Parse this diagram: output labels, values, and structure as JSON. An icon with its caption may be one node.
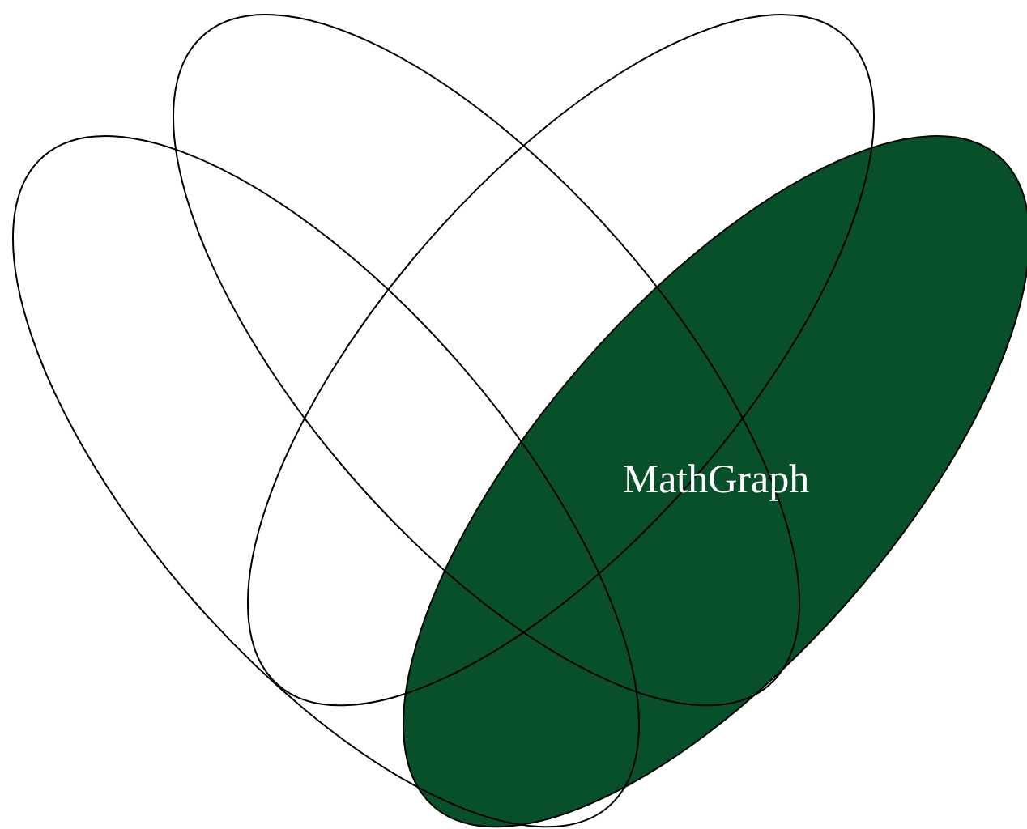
{
  "diagram": {
    "nodes": [
      {
        "text": [],
        "shape": "ellipse"
      },
      {
        "text": [],
        "shape": "ellipse"
      },
      {
        "text": [],
        "shape": "ellipse"
      },
      {
        "text": [
          "MathGraph"
        ]
      }
    ]
  }
}
